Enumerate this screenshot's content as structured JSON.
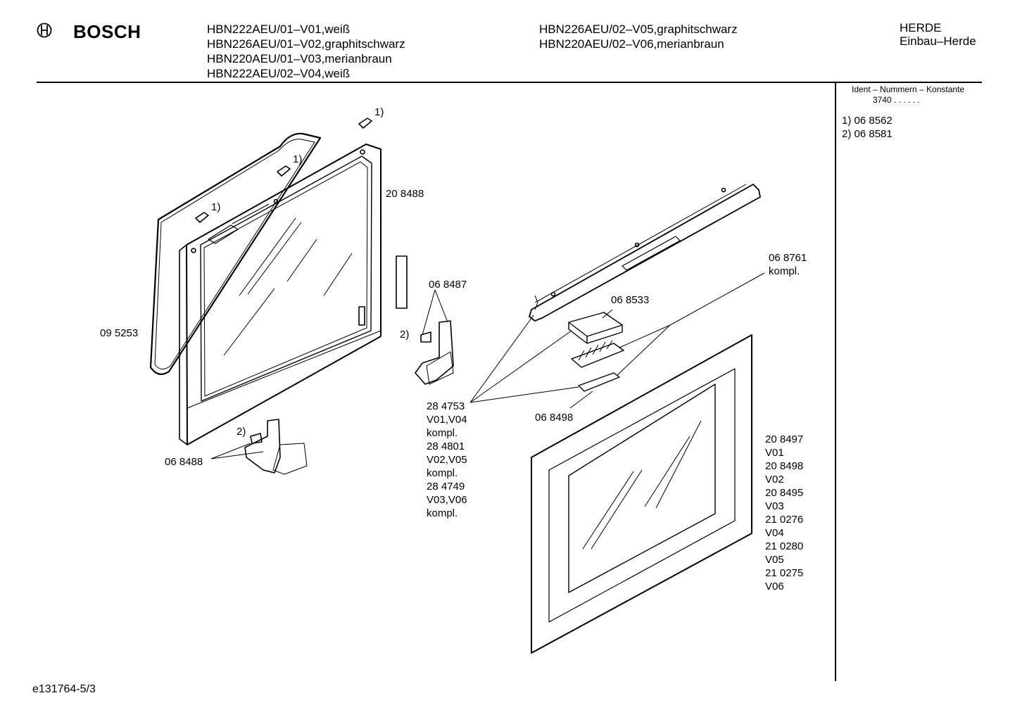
{
  "header": {
    "brand": "BOSCH",
    "logo_icon": "bosch-armature-icon",
    "models_col1": [
      "HBN222AEU/01–V01,weiß",
      "HBN226AEU/01–V02,graphitschwarz",
      "HBN220AEU/01–V03,merianbraun",
      "HBN222AEU/02–V04,weiß"
    ],
    "models_col2": [
      "HBN226AEU/02–V05,graphitschwarz",
      "HBN220AEU/02–V06,merianbraun"
    ],
    "category": [
      "HERDE",
      "Einbau–Herde"
    ]
  },
  "sidebar": {
    "ident_title": "Ident – Nummern – Konstante",
    "ident_value": "3740 . . . . . .",
    "refs": [
      "1)  06 8562",
      "2)  06 8581"
    ]
  },
  "labels": {
    "door_frame": "20 8488",
    "gasket": "09 5253",
    "hinge_right": "06 8487",
    "hinge_bottom": "06 8488",
    "handle_kit": [
      "06 8761",
      "kompl."
    ],
    "vent_cover": "06 8533",
    "grill_strip": "06 8498",
    "handle_variants": [
      "28 4753",
      "V01,V04",
      "kompl.",
      "28 4801",
      "V02,V05",
      "kompl.",
      "28 4749",
      "V03,V06",
      "kompl."
    ],
    "glass_variants": [
      "20 8497",
      "V01",
      "20 8498",
      "V02",
      "20 8495",
      "V03",
      "21 0276",
      "V04",
      "21 0280",
      "V05",
      "21 0275",
      "V06"
    ],
    "note_1": "1)",
    "note_2": "2)"
  },
  "footer": {
    "drawing_id": "e131764-5/3"
  }
}
